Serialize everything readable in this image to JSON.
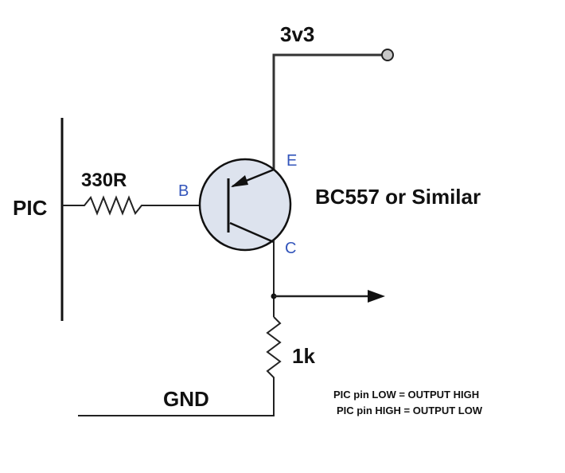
{
  "diagram": {
    "type": "circuit-schematic",
    "labels": {
      "supply": "3v3",
      "mcu": "PIC",
      "base_resistor": "330R",
      "pull_down_resistor": "1k",
      "ground": "GND",
      "transistor": "BC557 or Similar"
    },
    "pins": {
      "base": "B",
      "emitter": "E",
      "collector": "C"
    },
    "notes": [
      "PIC pin LOW =  OUTPUT HIGH",
      "PIC pin HIGH = OUTPUT LOW"
    ],
    "colors": {
      "wire": "#222222",
      "transistor_fill": "#dde3ee",
      "pin_label": "#3355bb",
      "terminal_fill": "#c8c8c8"
    }
  }
}
